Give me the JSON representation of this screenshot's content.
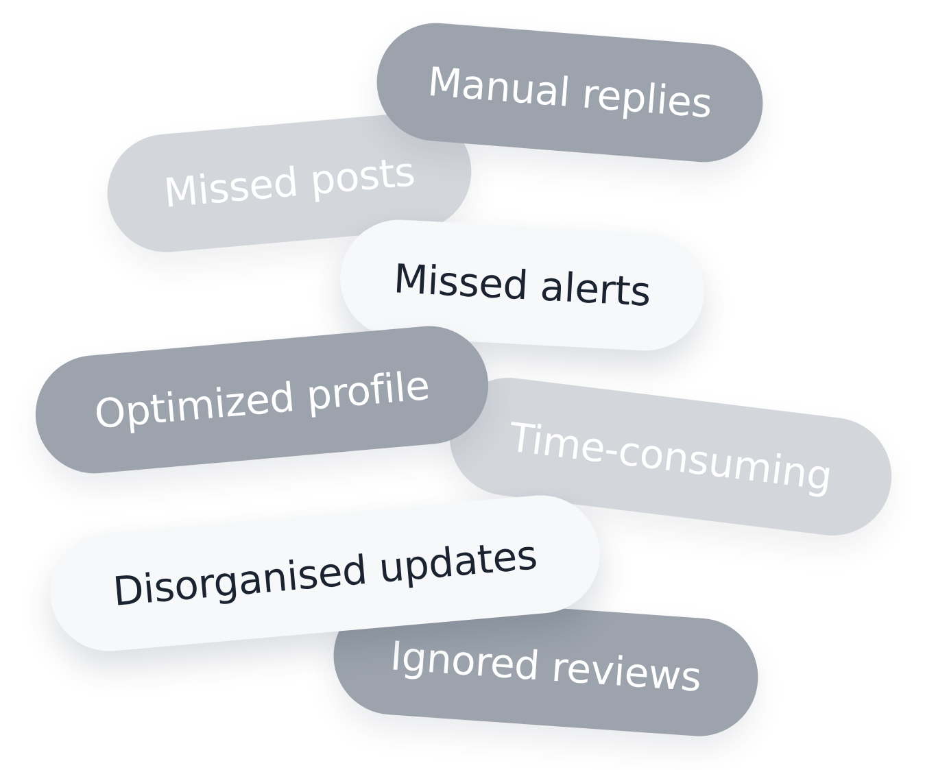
{
  "tags": {
    "manual_replies": "Manual replies",
    "missed_posts": "Missed posts",
    "missed_alerts": "Missed alerts",
    "optimized_profile": "Optimized profile",
    "time_consuming": "Time-consuming",
    "disorganised_updates": "Disorganised updates",
    "ignored_reviews": "Ignored reviews"
  },
  "colors": {
    "dark_pill": "#9ca3ad",
    "light_pill": "#d3d6db",
    "white_pill": "#f7f8f9",
    "dark_text": "#1b2230",
    "light_text": "#ffffff"
  }
}
